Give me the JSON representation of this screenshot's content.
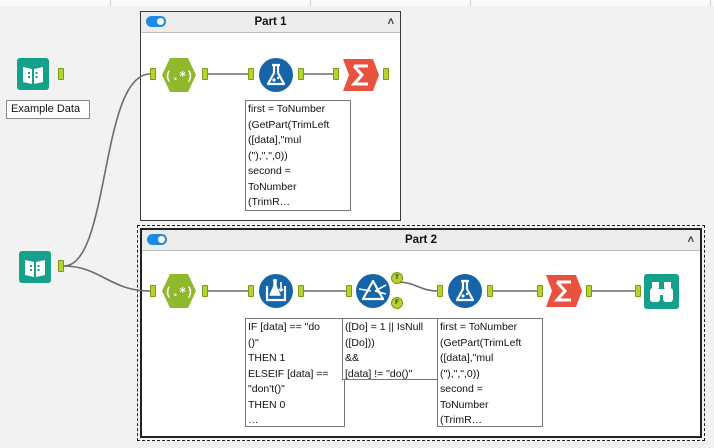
{
  "containers": {
    "part1": {
      "title": "Part 1",
      "collapse_icon": "caret-up-icon"
    },
    "part2": {
      "title": "Part 2",
      "collapse_icon": "caret-up-icon"
    }
  },
  "inputs": {
    "example_data": {
      "label": "Example Data",
      "icon": "text-input-book-icon"
    },
    "second_input": {
      "icon": "text-input-book-icon"
    }
  },
  "annotations": {
    "part1_formula": "first = ToNumber\n(GetPart(TrimLeft\n([data],\"mul\n(\"),\",\",0))\nsecond =\nToNumber\n(TrimR…",
    "part2_formula1": "IF [data] == \"do\n()\"\nTHEN 1\nELSEIF [data] ==\n\"don't()\"\nTHEN 0\n…",
    "part2_filter": "([Do] = 1 || IsNull\n([Do]))\n&&\n[data] != \"do()\"",
    "part2_formula2": "first = ToNumber\n(GetPart(TrimLeft\n([data],\"mul\n(\"),\",\",0))\nsecond =\nToNumber\n(TrimR…"
  },
  "anchors": {
    "true_label": "T",
    "false_label": "F"
  },
  "colors": {
    "regex": "#8fb82d",
    "formula": "#1565a8",
    "summarize": "#e8523f",
    "input": "#14a08a",
    "browse": "#14a08a",
    "filter": "#1565a8",
    "multirow": "#1565a8",
    "toggle": "#1e88e5"
  }
}
